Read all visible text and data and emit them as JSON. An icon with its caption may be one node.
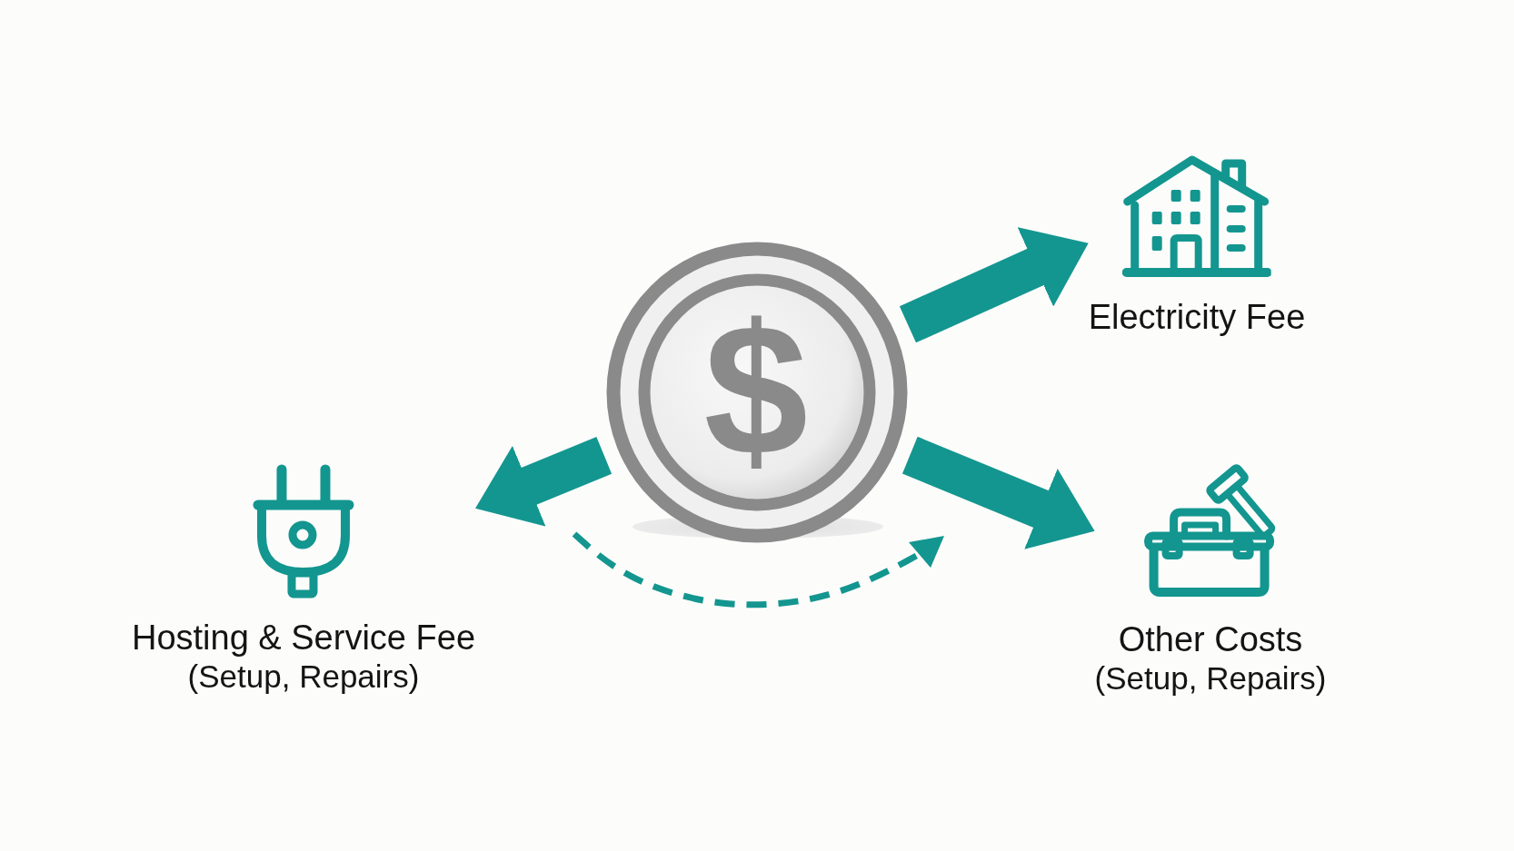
{
  "diagram": {
    "nodes": [
      {
        "text": [
          "$"
        ]
      },
      {
        "text": [
          "Electricity Fee"
        ]
      },
      {
        "text": [
          "Hosting & Service Fee",
          "(Setup, Repairs)"
        ]
      },
      {
        "text": [
          "Other Costs",
          "(Setup, Repairs)"
        ]
      }
    ],
    "edges": [
      {
        "from": 0,
        "to": 1,
        "arrow": "to"
      },
      {
        "from": 0,
        "to": 2,
        "arrow": "to"
      },
      {
        "from": 0,
        "to": 3,
        "arrow": "to"
      }
    ]
  }
}
